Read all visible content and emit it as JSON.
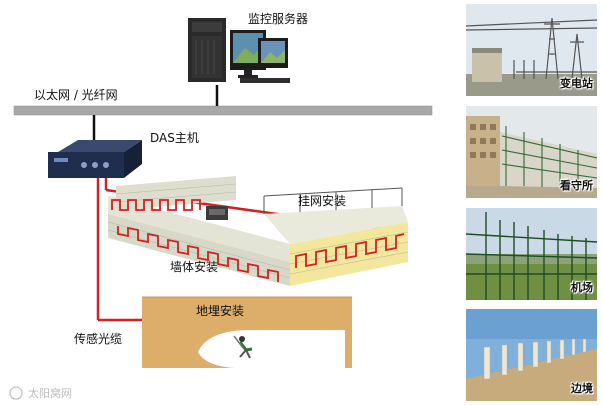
{
  "labels": {
    "server": "监控服务器",
    "network": "以太网 / 光纤网",
    "das": "DAS主机",
    "fence_mesh": "挂网安装",
    "wall": "墙体安装",
    "buried": "地埋安装",
    "cable": "传感光缆"
  },
  "photos": [
    {
      "caption": "变电站"
    },
    {
      "caption": "看守所"
    },
    {
      "caption": "机场"
    },
    {
      "caption": "边境"
    }
  ],
  "watermark": "太阳窝网",
  "colors": {
    "cable": "#d42020",
    "network_bar": "#a8a8a8",
    "soil": "#dcae6a",
    "brick": "#d8d8c8",
    "sky": "#e6eef6"
  }
}
